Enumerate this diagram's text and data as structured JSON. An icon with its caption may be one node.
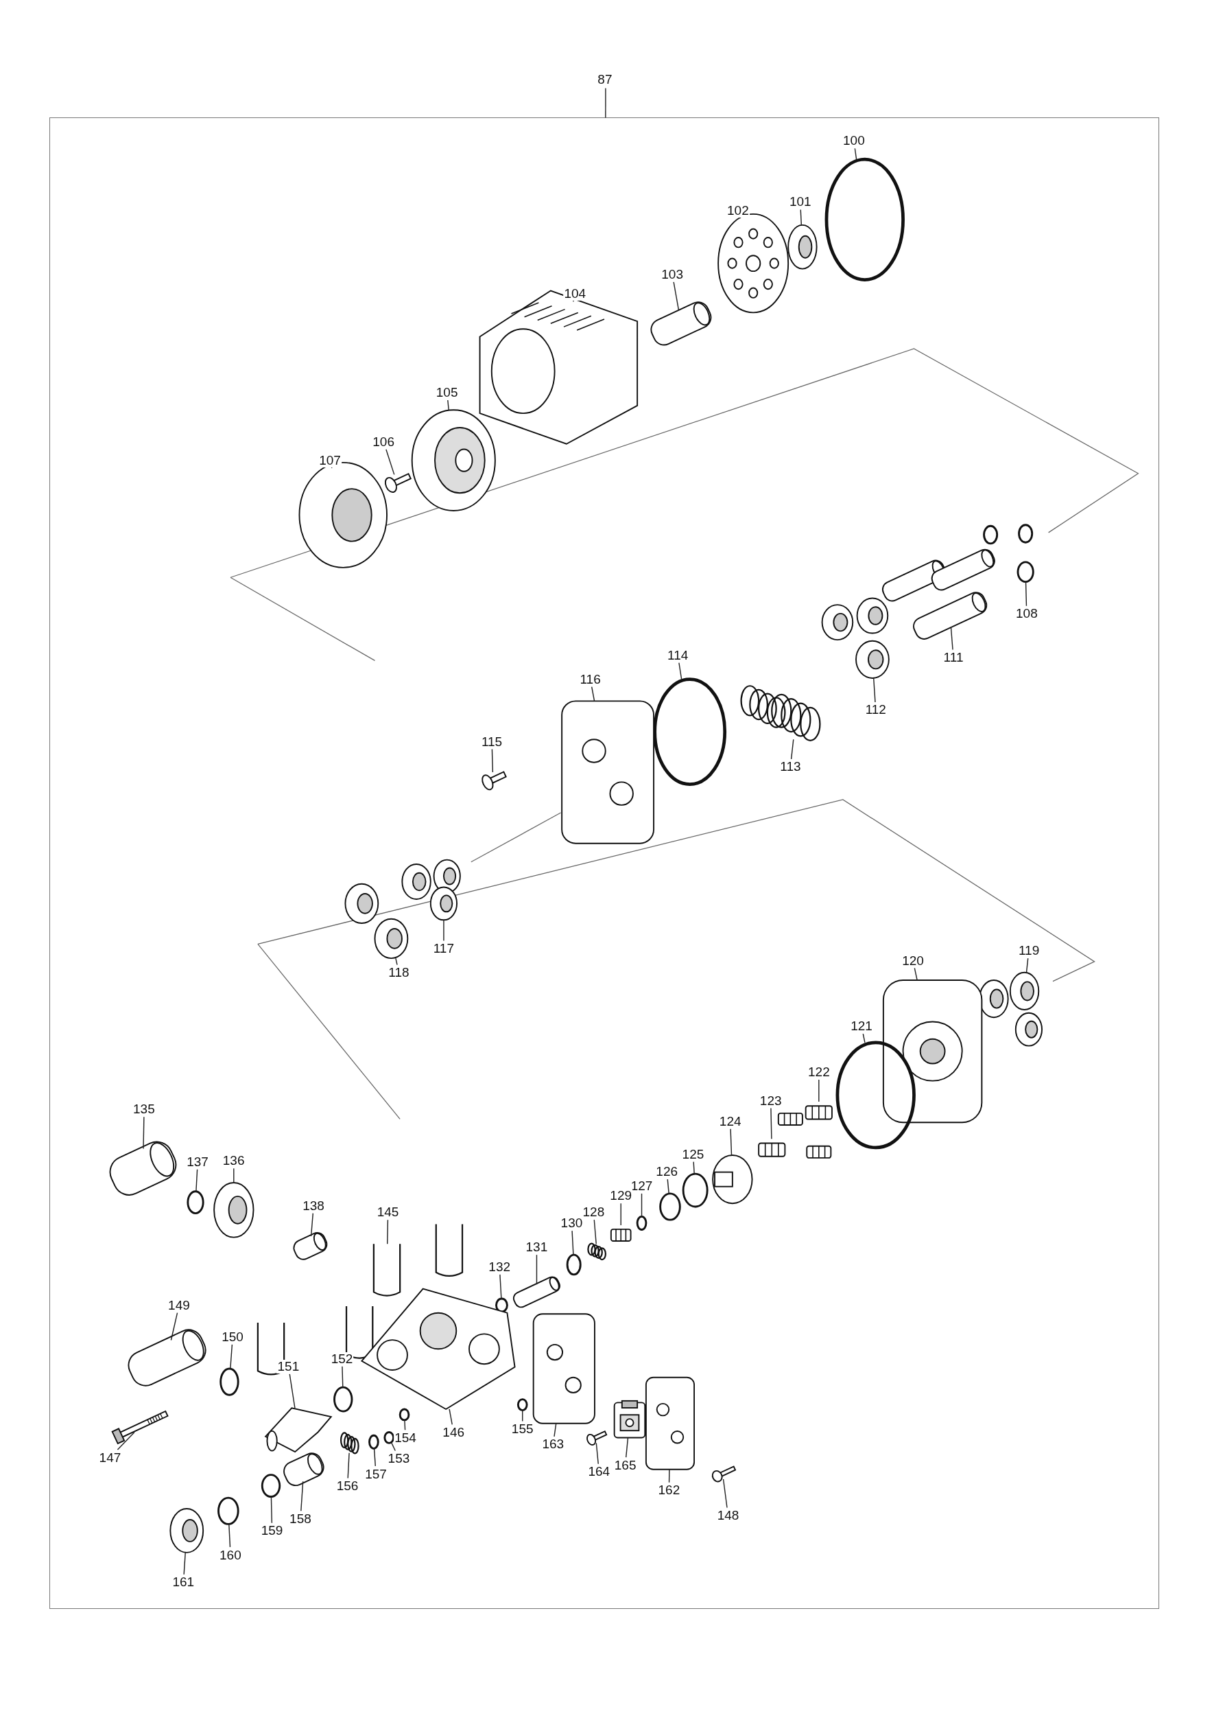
{
  "diagram": {
    "nodes": [
      {
        "text": [
          "87"
        ]
      },
      {
        "text": [],
        "shape": "box"
      },
      {
        "text": [
          "100"
        ],
        "in": 1
      },
      {
        "text": [],
        "shape": "circle",
        "in": 1
      },
      {
        "text": [
          "101"
        ],
        "in": 1
      },
      {
        "text": [],
        "shape": "picture",
        "in": 1
      },
      {
        "text": [
          "102"
        ],
        "in": 1
      },
      {
        "text": [],
        "shape": "picture",
        "in": 1
      },
      {
        "text": [
          "103"
        ],
        "in": 1
      },
      {
        "text": [],
        "shape": "picture",
        "in": 1
      },
      {
        "text": [
          "104"
        ],
        "in": 1
      },
      {
        "text": [],
        "shape": "picture",
        "in": 1
      },
      {
        "text": [
          "105"
        ],
        "in": 1
      },
      {
        "text": [],
        "shape": "picture",
        "in": 1
      },
      {
        "text": [
          "106"
        ],
        "in": 1
      },
      {
        "text": [],
        "shape": "picture",
        "in": 1
      },
      {
        "text": [
          "107"
        ],
        "in": 1
      },
      {
        "text": [],
        "shape": "picture",
        "in": 1
      },
      {
        "text": [
          "108"
        ],
        "in": 1
      },
      {
        "text": [],
        "shape": "circle",
        "in": 1
      },
      {
        "text": [
          "111"
        ],
        "in": 1
      },
      {
        "text": [],
        "shape": "picture",
        "in": 1
      },
      {
        "text": [
          "112"
        ],
        "in": 1
      },
      {
        "text": [],
        "shape": "picture",
        "in": 1
      },
      {
        "text": [
          "113"
        ],
        "in": 1
      },
      {
        "text": [],
        "shape": "picture",
        "in": 1
      },
      {
        "text": [
          "114"
        ],
        "in": 1
      },
      {
        "text": [],
        "shape": "circle",
        "in": 1
      },
      {
        "text": [
          "115"
        ],
        "in": 1
      },
      {
        "text": [],
        "shape": "picture",
        "in": 1
      },
      {
        "text": [
          "116"
        ],
        "in": 1
      },
      {
        "text": [],
        "shape": "picture",
        "in": 1
      },
      {
        "text": [
          "117"
        ],
        "in": 1
      },
      {
        "text": [],
        "shape": "picture",
        "in": 1
      },
      {
        "text": [
          "118"
        ],
        "in": 1
      },
      {
        "text": [],
        "shape": "picture",
        "in": 1
      },
      {
        "text": [
          "119"
        ],
        "in": 1
      },
      {
        "text": [],
        "shape": "picture",
        "in": 1
      },
      {
        "text": [
          "120"
        ],
        "in": 1
      },
      {
        "text": [],
        "shape": "picture",
        "in": 1
      },
      {
        "text": [
          "121"
        ],
        "in": 1
      },
      {
        "text": [],
        "shape": "circle",
        "in": 1
      },
      {
        "text": [
          "122"
        ],
        "in": 1
      },
      {
        "text": [],
        "shape": "picture",
        "in": 1
      },
      {
        "text": [
          "123"
        ],
        "in": 1
      },
      {
        "text": [],
        "shape": "picture",
        "in": 1
      },
      {
        "text": [
          "124"
        ],
        "in": 1
      },
      {
        "text": [],
        "shape": "picture",
        "in": 1
      },
      {
        "text": [
          "125"
        ],
        "in": 1
      },
      {
        "text": [],
        "shape": "circle",
        "in": 1
      },
      {
        "text": [
          "126"
        ],
        "in": 1
      },
      {
        "text": [],
        "shape": "circle",
        "in": 1
      },
      {
        "text": [
          "127"
        ],
        "in": 1
      },
      {
        "text": [],
        "shape": "circle",
        "in": 1
      },
      {
        "text": [
          "128"
        ],
        "in": 1
      },
      {
        "text": [],
        "shape": "picture",
        "in": 1
      },
      {
        "text": [
          "129"
        ],
        "in": 1
      },
      {
        "text": [],
        "shape": "picture",
        "in": 1
      },
      {
        "text": [
          "130"
        ],
        "in": 1
      },
      {
        "text": [],
        "shape": "circle",
        "in": 1
      },
      {
        "text": [
          "131"
        ],
        "in": 1
      },
      {
        "text": [],
        "shape": "picture",
        "in": 1
      },
      {
        "text": [
          "132"
        ],
        "in": 1
      },
      {
        "text": [],
        "shape": "circle",
        "in": 1
      },
      {
        "text": [
          "135"
        ],
        "in": 1
      },
      {
        "text": [],
        "shape": "picture",
        "in": 1
      },
      {
        "text": [
          "136"
        ],
        "in": 1
      },
      {
        "text": [],
        "shape": "picture",
        "in": 1
      },
      {
        "text": [
          "137"
        ],
        "in": 1
      },
      {
        "text": [],
        "shape": "circle",
        "in": 1
      },
      {
        "text": [
          "138"
        ],
        "in": 1
      },
      {
        "text": [],
        "shape": "picture",
        "in": 1
      },
      {
        "text": [
          "145"
        ],
        "in": 1
      },
      {
        "text": [],
        "shape": "picture",
        "in": 1
      },
      {
        "text": [
          "146"
        ],
        "in": 1
      },
      {
        "text": [],
        "shape": "picture",
        "in": 1
      },
      {
        "text": [
          "147"
        ],
        "in": 1
      },
      {
        "text": [],
        "shape": "picture",
        "in": 1
      },
      {
        "text": [
          "148"
        ],
        "in": 1
      },
      {
        "text": [],
        "shape": "picture",
        "in": 1
      },
      {
        "text": [
          "149"
        ],
        "in": 1
      },
      {
        "text": [],
        "shape": "picture",
        "in": 1
      },
      {
        "text": [
          "150"
        ],
        "in": 1
      },
      {
        "text": [],
        "shape": "circle",
        "in": 1
      },
      {
        "text": [
          "151"
        ],
        "in": 1
      },
      {
        "text": [],
        "shape": "picture",
        "in": 1
      },
      {
        "text": [
          "152"
        ],
        "in": 1
      },
      {
        "text": [],
        "shape": "circle",
        "in": 1
      },
      {
        "text": [
          "153"
        ],
        "in": 1
      },
      {
        "text": [],
        "shape": "circle",
        "in": 1
      },
      {
        "text": [
          "154"
        ],
        "in": 1
      },
      {
        "text": [],
        "shape": "circle",
        "in": 1
      },
      {
        "text": [
          "155"
        ],
        "in": 1
      },
      {
        "text": [],
        "shape": "circle",
        "in": 1
      },
      {
        "text": [
          "156"
        ],
        "in": 1
      },
      {
        "text": [],
        "shape": "picture",
        "in": 1
      },
      {
        "text": [
          "157"
        ],
        "in": 1
      },
      {
        "text": [],
        "shape": "circle",
        "in": 1
      },
      {
        "text": [
          "158"
        ],
        "in": 1
      },
      {
        "text": [],
        "shape": "picture",
        "in": 1
      },
      {
        "text": [
          "159"
        ],
        "in": 1
      },
      {
        "text": [],
        "shape": "circle",
        "in": 1
      },
      {
        "text": [
          "160"
        ],
        "in": 1
      },
      {
        "text": [],
        "shape": "circle",
        "in": 1
      },
      {
        "text": [
          "161"
        ],
        "in": 1
      },
      {
        "text": [],
        "shape": "picture",
        "in": 1
      },
      {
        "text": [
          "162"
        ],
        "in": 1
      },
      {
        "text": [],
        "shape": "picture",
        "in": 1
      },
      {
        "text": [
          "163"
        ],
        "in": 1
      },
      {
        "text": [],
        "shape": "picture",
        "in": 1
      },
      {
        "text": [
          "164"
        ],
        "in": 1
      },
      {
        "text": [],
        "shape": "picture",
        "in": 1
      },
      {
        "text": [
          "165"
        ],
        "in": 1
      },
      {
        "text": [],
        "shape": "picture",
        "in": 1
      }
    ],
    "edges": [
      {
        "from": 0,
        "to": 1,
        "arrow": "none"
      },
      {
        "from": 2,
        "to": 3,
        "arrow": "none"
      },
      {
        "from": 4,
        "to": 5,
        "arrow": "none"
      },
      {
        "from": 6,
        "to": 7,
        "arrow": "none"
      },
      {
        "from": 8,
        "to": 9,
        "arrow": "none"
      },
      {
        "from": 10,
        "to": 11,
        "arrow": "none"
      },
      {
        "from": 12,
        "to": 13,
        "arrow": "none"
      },
      {
        "from": 14,
        "to": 15,
        "arrow": "none"
      },
      {
        "from": 16,
        "to": 17,
        "arrow": "none"
      },
      {
        "from": 18,
        "to": 19,
        "arrow": "none"
      },
      {
        "from": 20,
        "to": 21,
        "arrow": "none"
      },
      {
        "from": 22,
        "to": 23,
        "arrow": "none"
      },
      {
        "from": 24,
        "to": 25,
        "arrow": "none"
      },
      {
        "from": 26,
        "to": 27,
        "arrow": "none"
      },
      {
        "from": 28,
        "to": 29,
        "arrow": "none"
      },
      {
        "from": 30,
        "to": 31,
        "arrow": "none"
      },
      {
        "from": 32,
        "to": 33,
        "arrow": "none"
      },
      {
        "from": 34,
        "to": 35,
        "arrow": "none"
      },
      {
        "from": 36,
        "to": 37,
        "arrow": "none"
      },
      {
        "from": 38,
        "to": 39,
        "arrow": "none"
      },
      {
        "from": 40,
        "to": 41,
        "arrow": "none"
      },
      {
        "from": 42,
        "to": 43,
        "arrow": "none"
      },
      {
        "from": 44,
        "to": 45,
        "arrow": "none"
      },
      {
        "from": 46,
        "to": 47,
        "arrow": "none"
      },
      {
        "from": 48,
        "to": 49,
        "arrow": "none"
      },
      {
        "from": 50,
        "to": 51,
        "arrow": "none"
      },
      {
        "from": 52,
        "to": 53,
        "arrow": "none"
      },
      {
        "from": 54,
        "to": 55,
        "arrow": "none"
      },
      {
        "from": 56,
        "to": 57,
        "arrow": "none"
      },
      {
        "from": 58,
        "to": 59,
        "arrow": "none"
      },
      {
        "from": 60,
        "to": 61,
        "arrow": "none"
      },
      {
        "from": 62,
        "to": 63,
        "arrow": "none"
      },
      {
        "from": 64,
        "to": 65,
        "arrow": "none"
      },
      {
        "from": 66,
        "to": 67,
        "arrow": "none"
      },
      {
        "from": 68,
        "to": 69,
        "arrow": "none"
      },
      {
        "from": 70,
        "to": 71,
        "arrow": "none"
      },
      {
        "from": 72,
        "to": 73,
        "arrow": "none"
      },
      {
        "from": 74,
        "to": 75,
        "arrow": "none"
      },
      {
        "from": 76,
        "to": 77,
        "arrow": "none"
      },
      {
        "from": 78,
        "to": 79,
        "arrow": "none"
      },
      {
        "from": 80,
        "to": 81,
        "arrow": "none"
      },
      {
        "from": 82,
        "to": 83,
        "arrow": "none"
      },
      {
        "from": 84,
        "to": 85,
        "arrow": "none"
      },
      {
        "from": 86,
        "to": 87,
        "arrow": "none"
      },
      {
        "from": 88,
        "to": 89,
        "arrow": "none"
      },
      {
        "from": 90,
        "to": 91,
        "arrow": "none"
      },
      {
        "from": 92,
        "to": 93,
        "arrow": "none"
      },
      {
        "from": 94,
        "to": 95,
        "arrow": "none"
      },
      {
        "from": 96,
        "to": 97,
        "arrow": "none"
      },
      {
        "from": 98,
        "to": 99,
        "arrow": "none"
      },
      {
        "from": 100,
        "to": 101,
        "arrow": "none"
      },
      {
        "from": 102,
        "to": 103,
        "arrow": "none"
      },
      {
        "from": 104,
        "to": 105,
        "arrow": "none"
      },
      {
        "from": 106,
        "to": 107,
        "arrow": "none"
      },
      {
        "from": 108,
        "to": 109,
        "arrow": "none"
      },
      {
        "from": 110,
        "to": 111,
        "arrow": "none"
      },
      {
        "from": 112,
        "to": 113,
        "arrow": "none"
      }
    ]
  }
}
